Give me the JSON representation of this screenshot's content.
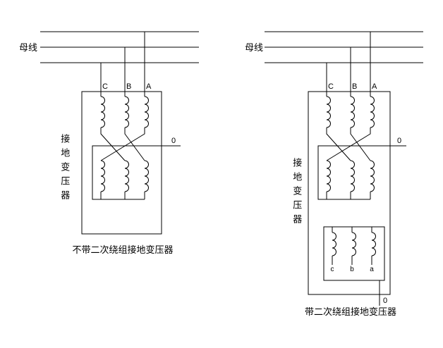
{
  "colors": {
    "line": "#000000",
    "background": "#ffffff"
  },
  "left_diagram": {
    "busbar_label": "母线",
    "phase_labels": [
      "C",
      "B",
      "A"
    ],
    "neutral_label": "0",
    "transformer_label": "接地变压器",
    "caption": "不带二次绕组接地变压器"
  },
  "right_diagram": {
    "busbar_label": "母线",
    "phase_labels": [
      "C",
      "B",
      "A"
    ],
    "neutral_label": "0",
    "secondary_phase_labels": [
      "c",
      "b",
      "a"
    ],
    "secondary_neutral_label": "0",
    "transformer_label": "接地变压器",
    "caption": "带二次绕组接地变压器"
  }
}
